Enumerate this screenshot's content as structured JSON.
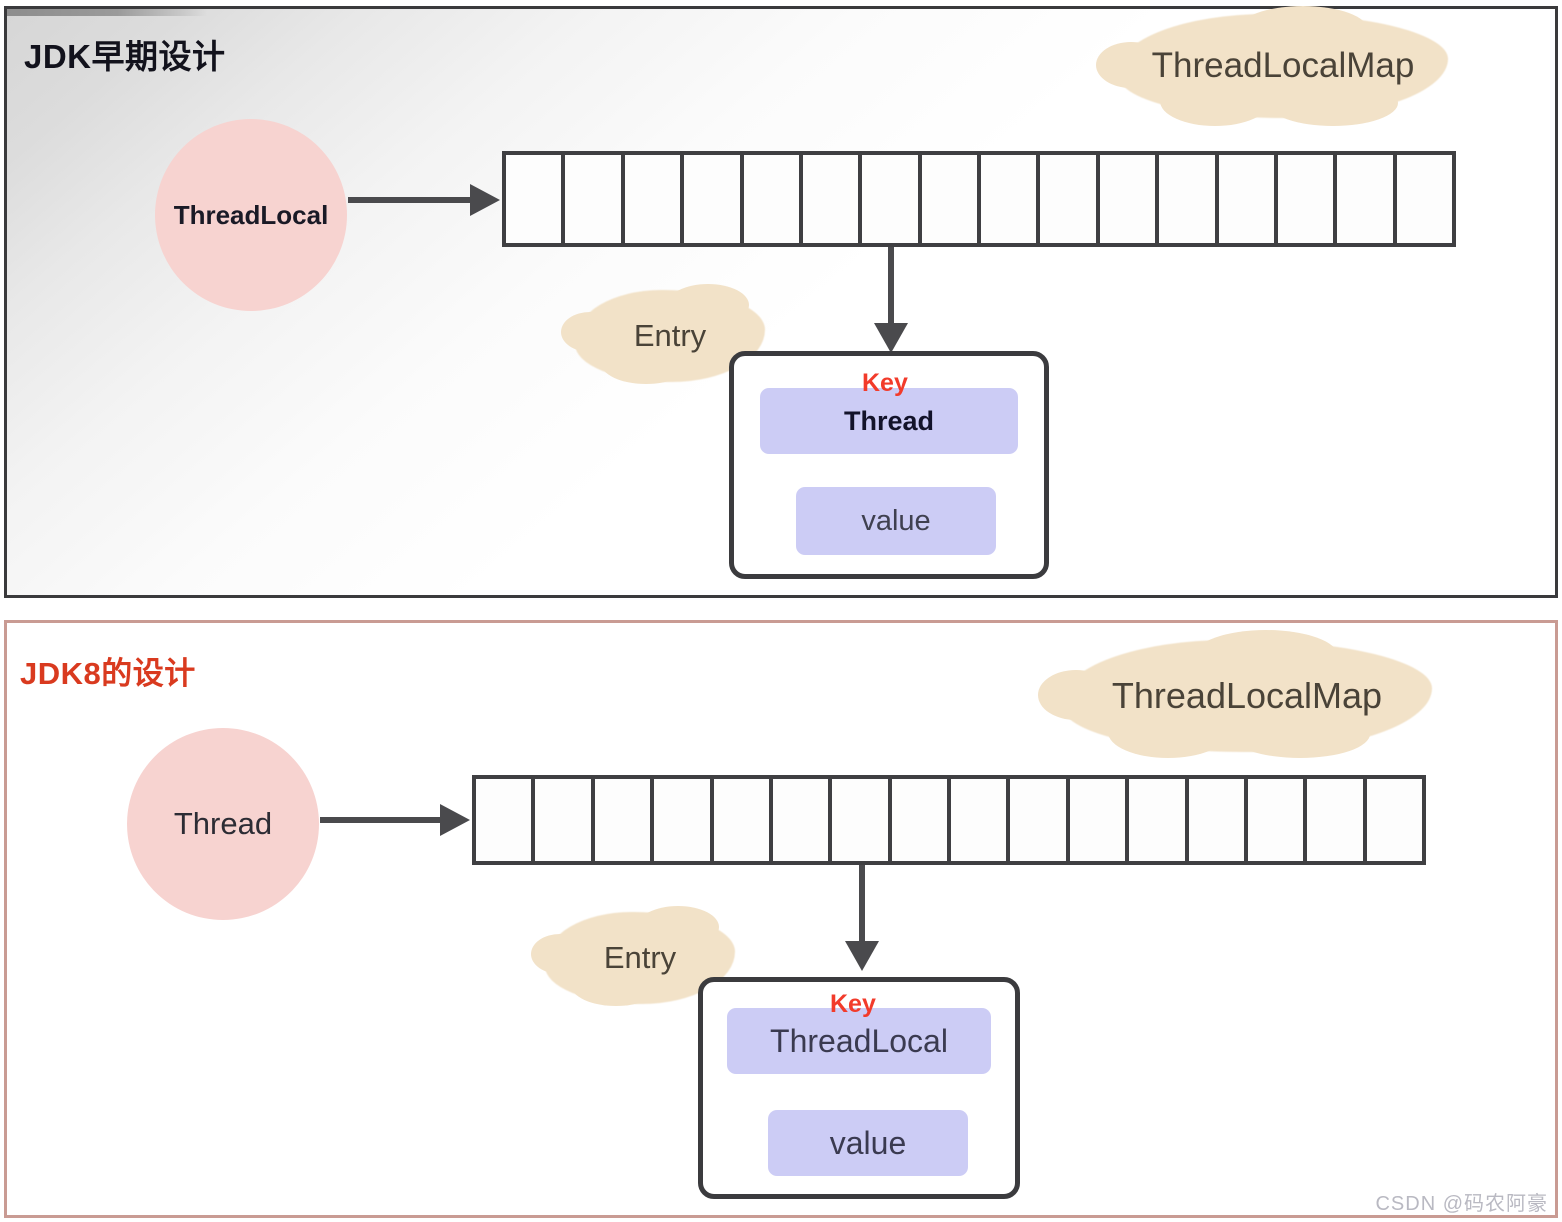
{
  "panels": {
    "top": {
      "title": "JDK早期设计",
      "map_label": "ThreadLocalMap",
      "node_label": "ThreadLocal",
      "entry_label": "Entry",
      "key_label": "Key",
      "key_value": "Thread",
      "value_label": "value",
      "array_cells": 16,
      "border_color": "#3a3a3c",
      "title_color": "#12121c"
    },
    "bottom": {
      "title": "JDK8的设计",
      "map_label": "ThreadLocalMap",
      "node_label": "Thread",
      "entry_label": "Entry",
      "key_label": "Key",
      "key_value": "ThreadLocal",
      "value_label": "value",
      "array_cells": 16,
      "border_color": "#c99b93",
      "title_color": "#d93a1f"
    }
  },
  "colors": {
    "circle_fill": "#f7d3d0",
    "cloud_fill": "#f2e2c8",
    "chip_fill": "#ccccf5",
    "key_red": "#f23b2b",
    "arrow": "#4a4a4d",
    "array_stroke": "#3f3f42"
  },
  "watermark": "CSDN @码农阿豪"
}
